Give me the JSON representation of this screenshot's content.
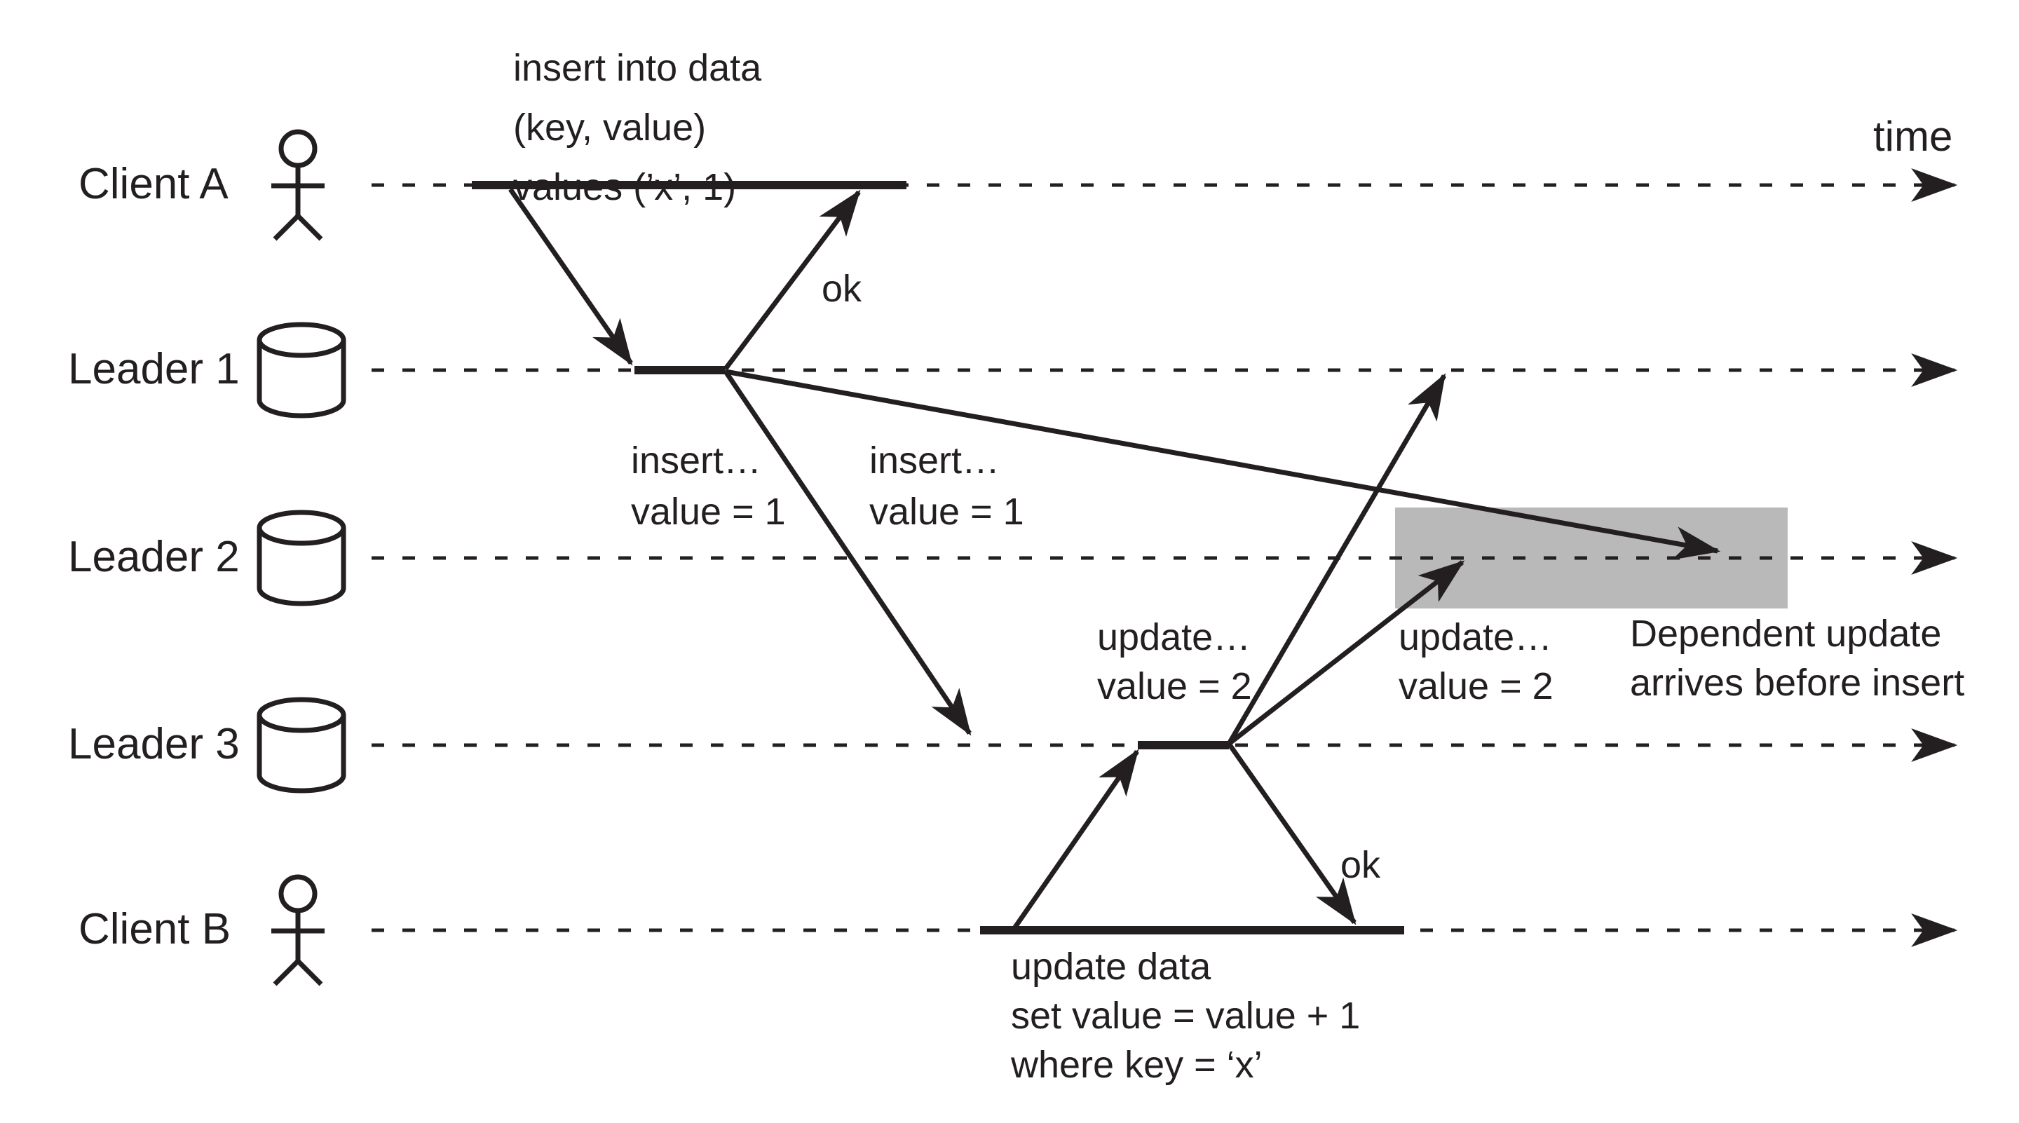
{
  "colors": {
    "ink": "#231f20",
    "highlight": "#b9b9b9",
    "background": "#ffffff"
  },
  "time_label": "time",
  "rows": [
    {
      "label": "Client A",
      "type": "person"
    },
    {
      "label": "Leader 1",
      "type": "database"
    },
    {
      "label": "Leader 2",
      "type": "database"
    },
    {
      "label": "Leader 3",
      "type": "database"
    },
    {
      "label": "Client B",
      "type": "person"
    }
  ],
  "annotations": {
    "client_a_request": {
      "lines": [
        "insert into data",
        "(key, value)",
        "values (’x’, 1)"
      ]
    },
    "ok_top": "ok",
    "insert_left": {
      "lines": [
        "insert…",
        "value = 1"
      ]
    },
    "insert_right": {
      "lines": [
        "insert…",
        "value = 1"
      ]
    },
    "update_left": {
      "lines": [
        "update…",
        "value = 2"
      ]
    },
    "update_right": {
      "lines": [
        "update…",
        "value = 2"
      ]
    },
    "dependent_note": {
      "lines": [
        "Dependent update",
        "arrives before insert"
      ]
    },
    "ok_bottom": "ok",
    "client_b_request": {
      "lines": [
        "update data",
        "set value = value + 1",
        "where key = ‘x’"
      ]
    }
  }
}
